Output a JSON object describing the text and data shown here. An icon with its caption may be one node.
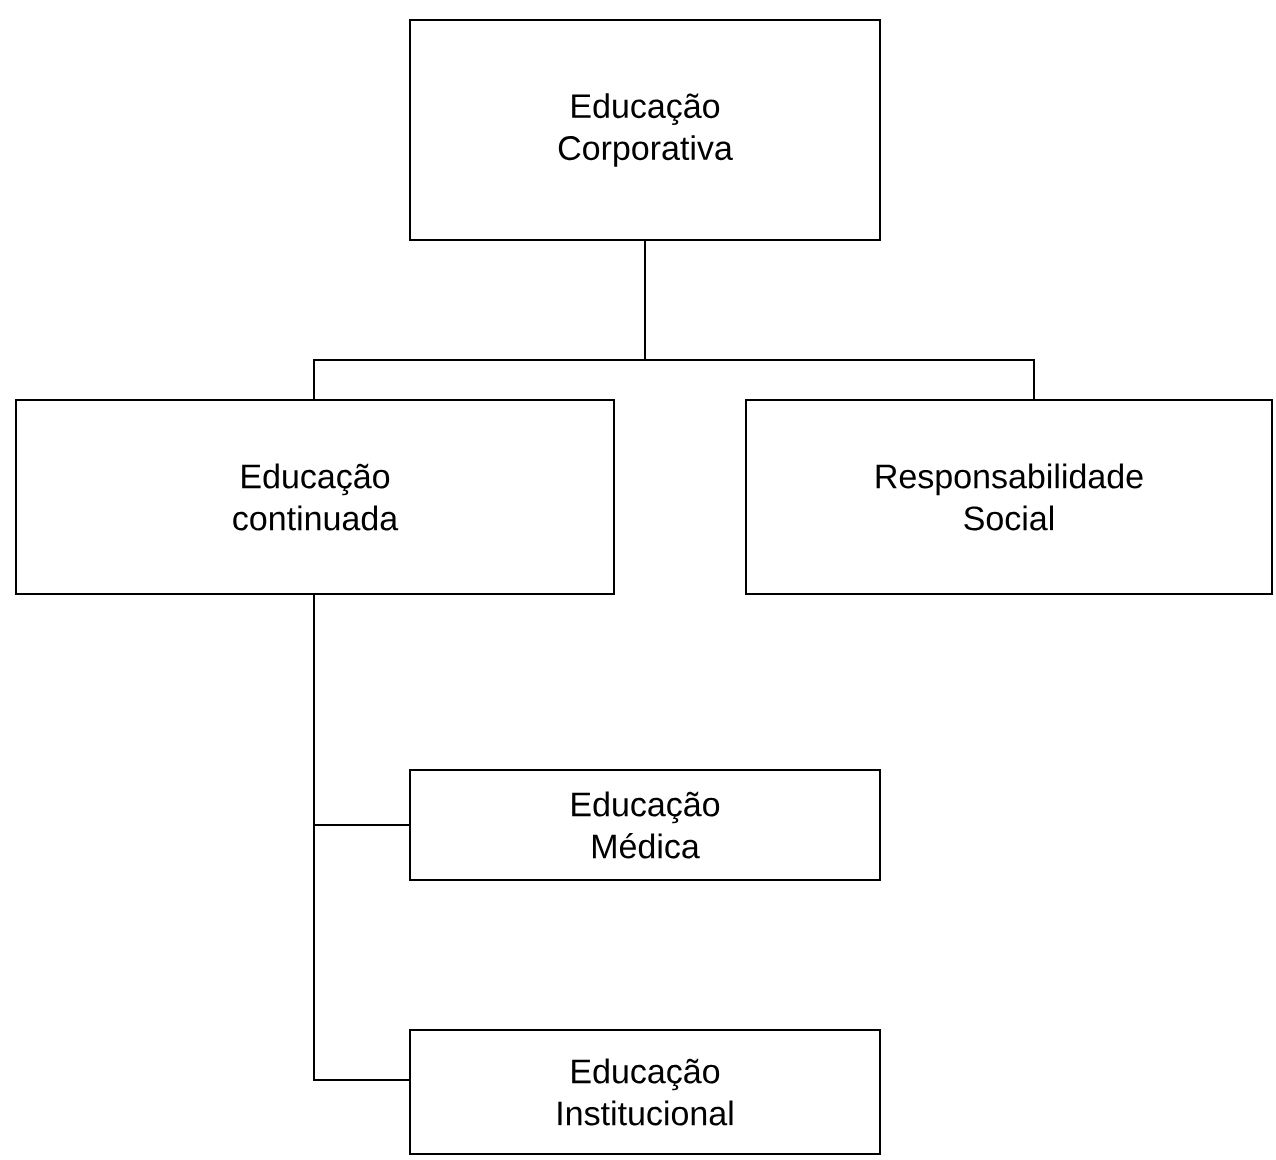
{
  "diagram": {
    "nodes": [
      {
        "text": [
          "Educação Corporativa"
        ]
      },
      {
        "text": [
          "Educação continuada"
        ]
      },
      {
        "text": [
          "Responsabilidade Social"
        ]
      },
      {
        "text": [
          "Educação Médica"
        ]
      },
      {
        "text": [
          "Educação Institucional"
        ]
      }
    ],
    "edges": [
      {
        "from": 0,
        "to": 1,
        "arrow": "none"
      },
      {
        "from": 0,
        "to": 2,
        "arrow": "none"
      },
      {
        "from": 1,
        "to": 3,
        "arrow": "none"
      },
      {
        "from": 1,
        "to": 4,
        "arrow": "none"
      }
    ]
  }
}
